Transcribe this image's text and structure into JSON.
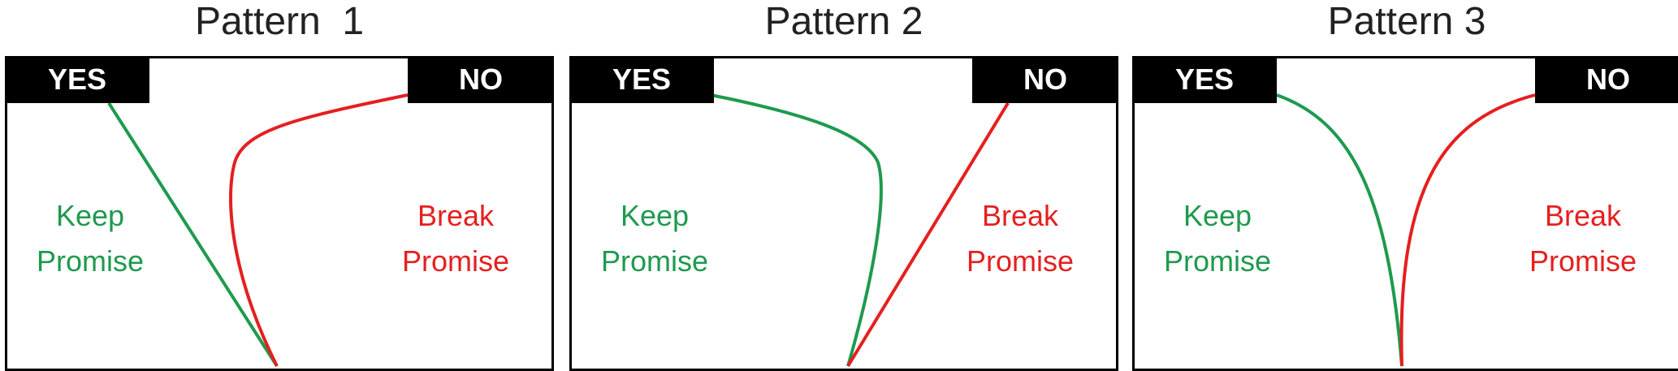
{
  "colors": {
    "keep": "#1e9a4e",
    "break": "#e51f1f",
    "tag_bg": "#000000",
    "tag_text": "#ffffff",
    "title": "#222222"
  },
  "panels": [
    {
      "title": "Pattern  1",
      "yes_label": "YES",
      "no_label": "NO",
      "keep_label": [
        "Keep",
        "Promise"
      ],
      "break_label": [
        "Break",
        "Promise"
      ]
    },
    {
      "title": "Pattern 2",
      "yes_label": "YES",
      "no_label": "NO",
      "keep_label": [
        "Keep",
        "Promise"
      ],
      "break_label": [
        "Break",
        "Promise"
      ]
    },
    {
      "title": "Pattern 3",
      "yes_label": "YES",
      "no_label": "NO",
      "keep_label": [
        "Keep",
        "Promise"
      ],
      "break_label": [
        "Break",
        "Promise"
      ]
    }
  ]
}
